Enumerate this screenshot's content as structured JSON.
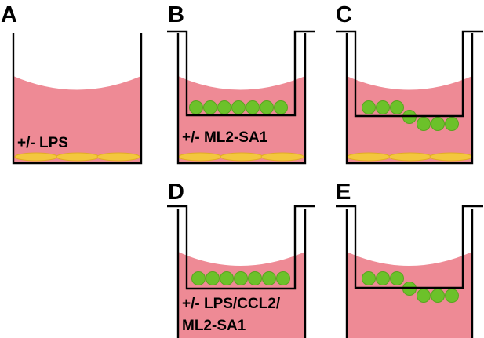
{
  "panels": {
    "A": {
      "letter": "A",
      "label_lines": [
        "+/- LPS"
      ]
    },
    "B": {
      "letter": "B",
      "label_lines": [
        "+/- ML2-SA1"
      ]
    },
    "C": {
      "letter": "C",
      "label_lines": []
    },
    "D": {
      "letter": "D",
      "label_lines": [
        "+/- LPS/CCL2/",
        "ML2-SA1"
      ]
    },
    "E": {
      "letter": "E",
      "label_lines": []
    }
  },
  "colors": {
    "medium": "#ee8a95",
    "monolayer_cells": "#f3c73e",
    "insert_cells": "#6cc12a",
    "outline": "#000000"
  }
}
